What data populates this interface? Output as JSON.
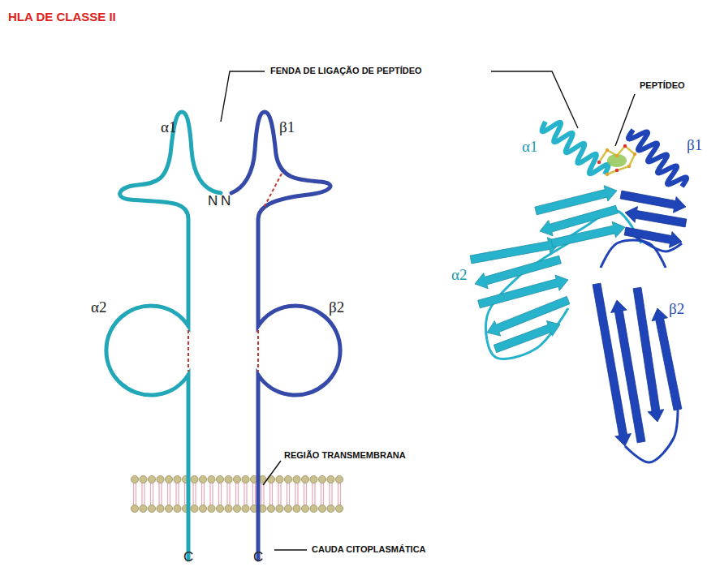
{
  "diagram": {
    "title": "HLA DE CLASSE II",
    "labels": [
      "FENDA DE LIGAÇÃO DE PEPTÍDEO",
      "PEPTÍDEO",
      "α1",
      "β1",
      "N",
      "N",
      "α2",
      "β2",
      "REGIÃO TRANSMEMBRANA",
      "C",
      "C",
      "CAUDA CITOPLASMÁTICA",
      "α1",
      "β1",
      "α2",
      "β2"
    ]
  }
}
